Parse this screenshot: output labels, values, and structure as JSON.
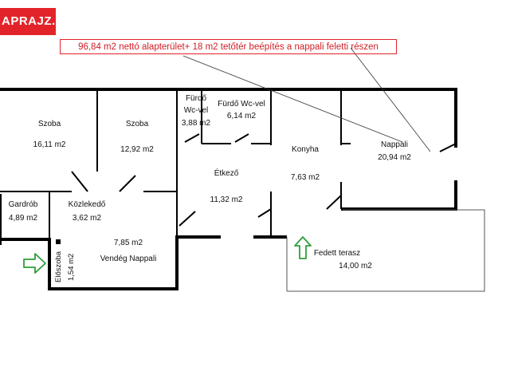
{
  "logo": {
    "text": "APRAJZ."
  },
  "header": {
    "note": "96,84 m2 nettó alapterület+ 18 m2 tetőtér beépítés a nappali feletti részen"
  },
  "rooms": {
    "szoba1": {
      "name": "Szoba",
      "area": "16,11 m2"
    },
    "szoba2": {
      "name": "Szoba",
      "area": "12,92 m2"
    },
    "furdo_wc": {
      "name_line1": "Fürdő",
      "name_line2": "Wc-vel",
      "area": "3,88 m2"
    },
    "furdo_wc2": {
      "name": "Fürdő Wc-vel",
      "area": "6,14 m2"
    },
    "konyha": {
      "name": "Konyha",
      "area": "7,63 m2"
    },
    "nappali": {
      "name": "Nappali",
      "area": "20,94 m2"
    },
    "etkezo": {
      "name": "Étkező",
      "area": "11,32 m2"
    },
    "gardrob": {
      "name": "Gardrób",
      "area": "4,89 m2"
    },
    "kozlekedo": {
      "name": "Közlekedő",
      "area": "3,62 m2"
    },
    "vendeg_nappali": {
      "name": "Vendég Nappali",
      "area": "7,85 m2"
    },
    "eloszoba": {
      "name": "Előszoba",
      "area": "1,54 m2"
    },
    "fedett_terasz": {
      "name": "Fedett terasz",
      "area": "14,00 m2"
    }
  },
  "colors": {
    "wall": "#000000",
    "accent_red": "#e3232a",
    "arrow_green": "#2e9e3a"
  }
}
